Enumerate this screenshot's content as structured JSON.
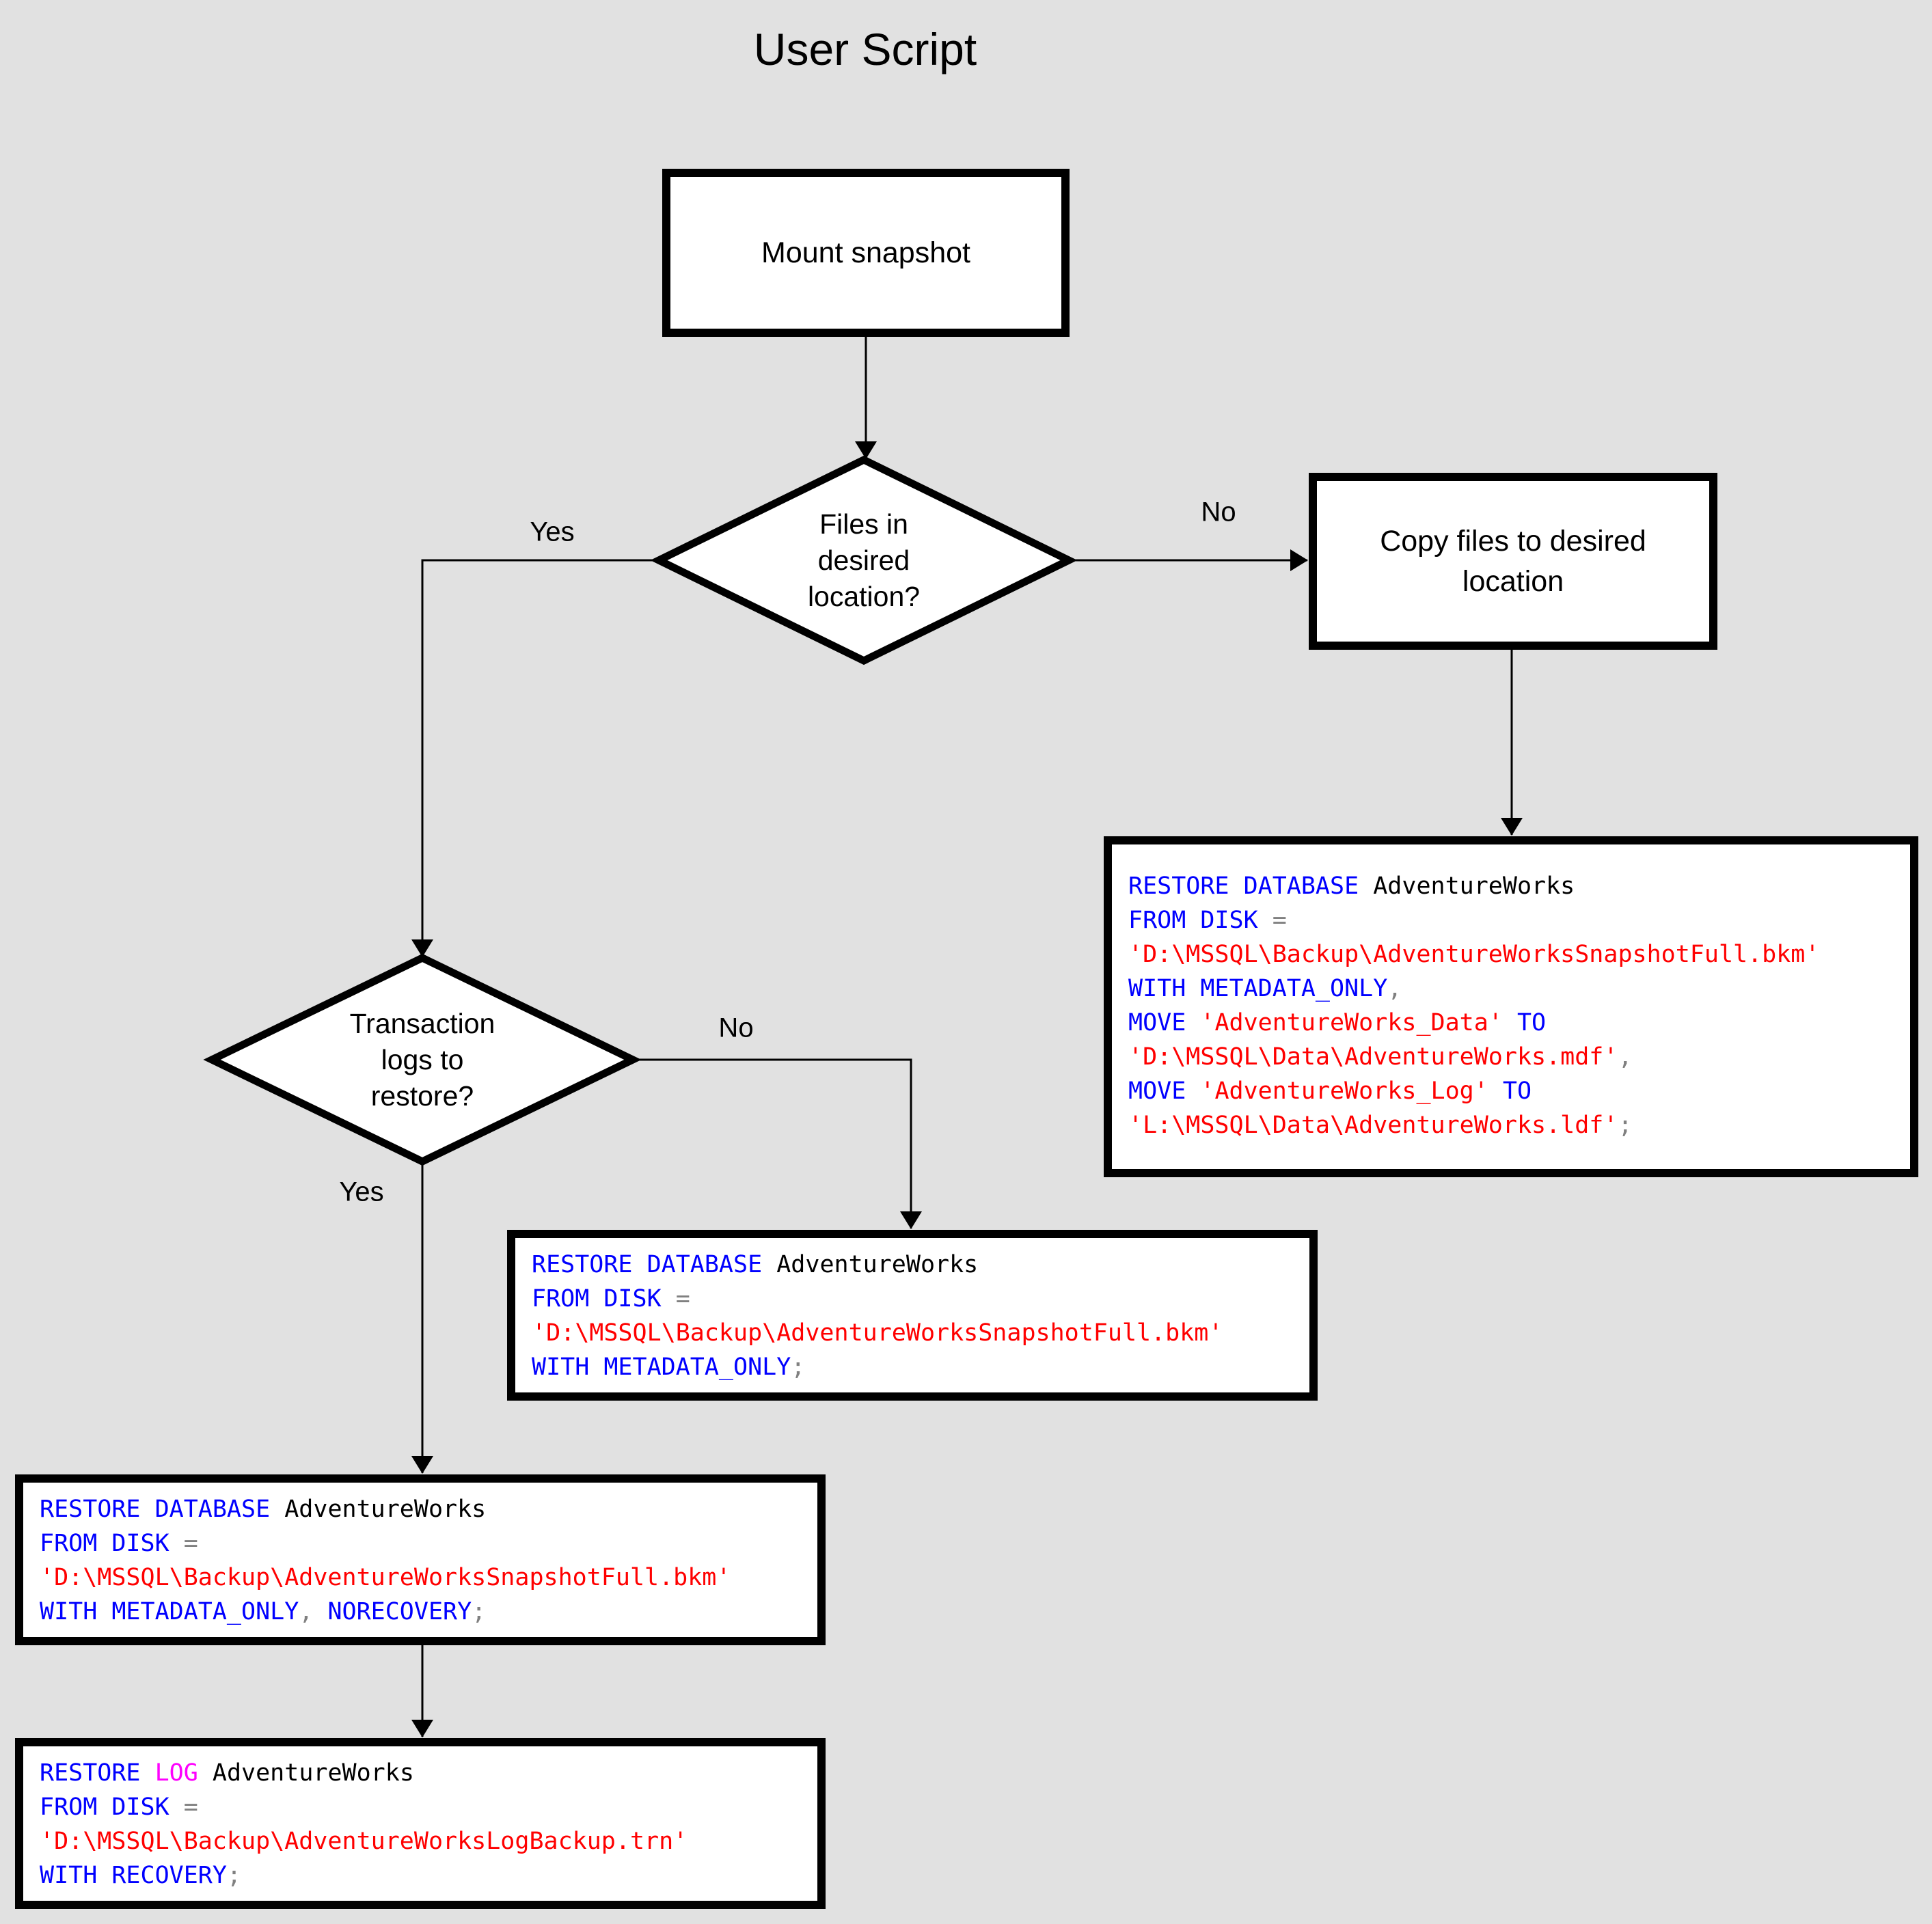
{
  "title": "User Script",
  "colors": {
    "background": "#e1e1e1",
    "node_fill": "#ffffff",
    "node_border": "#000000",
    "connector": "#000000",
    "tokens": {
      "keyword": "#0000ff",
      "string": "#ff0000",
      "identifier": "#000000",
      "operator": "#808080",
      "log": "#ff00ff"
    }
  },
  "nodes": {
    "mount": {
      "label": "Mount snapshot",
      "type": "process"
    },
    "files_decision": {
      "label": "Files in\ndesired\nlocation?",
      "type": "decision"
    },
    "copy": {
      "label": "Copy files to desired\nlocation",
      "type": "process"
    },
    "logs_decision": {
      "label": "Transaction\nlogs to\nrestore?",
      "type": "decision"
    }
  },
  "edge_labels": {
    "files_yes": "Yes",
    "files_no": "No",
    "logs_yes": "Yes",
    "logs_no": "No"
  },
  "code_blocks": {
    "restore_move": {
      "lines": [
        [
          {
            "t": "RESTORE DATABASE",
            "c": "keyword"
          },
          {
            "t": " AdventureWorks",
            "c": "identifier"
          }
        ],
        [
          {
            "t": "FROM DISK",
            "c": "keyword"
          },
          {
            "t": " =",
            "c": "operator"
          }
        ],
        [
          {
            "t": "'D:\\MSSQL\\Backup\\AdventureWorksSnapshotFull.bkm'",
            "c": "string"
          }
        ],
        [
          {
            "t": "WITH METADATA_ONLY",
            "c": "keyword"
          },
          {
            "t": ",",
            "c": "operator"
          }
        ],
        [
          {
            "t": "MOVE",
            "c": "keyword"
          },
          {
            "t": " 'AdventureWorks_Data'",
            "c": "string"
          },
          {
            "t": " TO",
            "c": "keyword"
          }
        ],
        [
          {
            "t": "'D:\\MSSQL\\Data\\AdventureWorks.mdf'",
            "c": "string"
          },
          {
            "t": ",",
            "c": "operator"
          }
        ],
        [
          {
            "t": "MOVE",
            "c": "keyword"
          },
          {
            "t": " 'AdventureWorks_Log'",
            "c": "string"
          },
          {
            "t": " TO",
            "c": "keyword"
          }
        ],
        [
          {
            "t": "'L:\\MSSQL\\Data\\AdventureWorks.ldf'",
            "c": "string"
          },
          {
            "t": ";",
            "c": "operator"
          }
        ]
      ]
    },
    "restore_metadata_only": {
      "lines": [
        [
          {
            "t": "RESTORE DATABASE",
            "c": "keyword"
          },
          {
            "t": " AdventureWorks",
            "c": "identifier"
          }
        ],
        [
          {
            "t": "FROM DISK",
            "c": "keyword"
          },
          {
            "t": " =",
            "c": "operator"
          }
        ],
        [
          {
            "t": "'D:\\MSSQL\\Backup\\AdventureWorksSnapshotFull.bkm'",
            "c": "string"
          }
        ],
        [
          {
            "t": "WITH METADATA_ONLY",
            "c": "keyword"
          },
          {
            "t": ";",
            "c": "operator"
          }
        ]
      ]
    },
    "restore_norecovery": {
      "lines": [
        [
          {
            "t": "RESTORE DATABASE",
            "c": "keyword"
          },
          {
            "t": " AdventureWorks",
            "c": "identifier"
          }
        ],
        [
          {
            "t": "FROM DISK",
            "c": "keyword"
          },
          {
            "t": " =",
            "c": "operator"
          }
        ],
        [
          {
            "t": "'D:\\MSSQL\\Backup\\AdventureWorksSnapshotFull.bkm'",
            "c": "string"
          }
        ],
        [
          {
            "t": "WITH METADATA_ONLY",
            "c": "keyword"
          },
          {
            "t": ", ",
            "c": "operator"
          },
          {
            "t": "NORECOVERY",
            "c": "keyword"
          },
          {
            "t": ";",
            "c": "operator"
          }
        ]
      ]
    },
    "restore_log": {
      "lines": [
        [
          {
            "t": "RESTORE",
            "c": "keyword"
          },
          {
            "t": " LOG",
            "c": "log"
          },
          {
            "t": " AdventureWorks",
            "c": "identifier"
          }
        ],
        [
          {
            "t": "FROM DISK",
            "c": "keyword"
          },
          {
            "t": " =",
            "c": "operator"
          }
        ],
        [
          {
            "t": "'D:\\MSSQL\\Backup\\AdventureWorksLogBackup.trn'",
            "c": "string"
          }
        ],
        [
          {
            "t": "WITH RECOVERY",
            "c": "keyword"
          },
          {
            "t": ";",
            "c": "operator"
          }
        ]
      ]
    }
  }
}
